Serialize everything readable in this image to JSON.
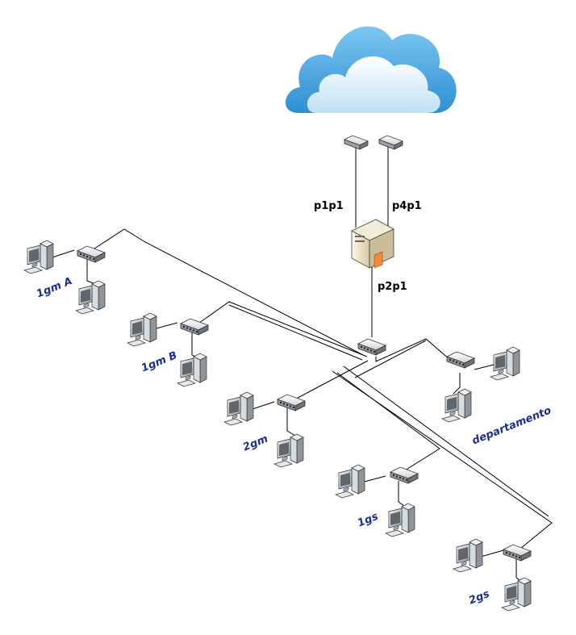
{
  "ports": {
    "p1p1": "p1p1",
    "p4p1": "p4p1",
    "p2p1": "p2p1"
  },
  "lans": {
    "a": "1gm A",
    "b": "1gm B",
    "c": "2gm",
    "d": "departamento",
    "e": "1gs",
    "f": "2gs"
  },
  "colors": {
    "label": "#1c2d8c",
    "cloud": "#5aaee3",
    "line": "#000000"
  }
}
